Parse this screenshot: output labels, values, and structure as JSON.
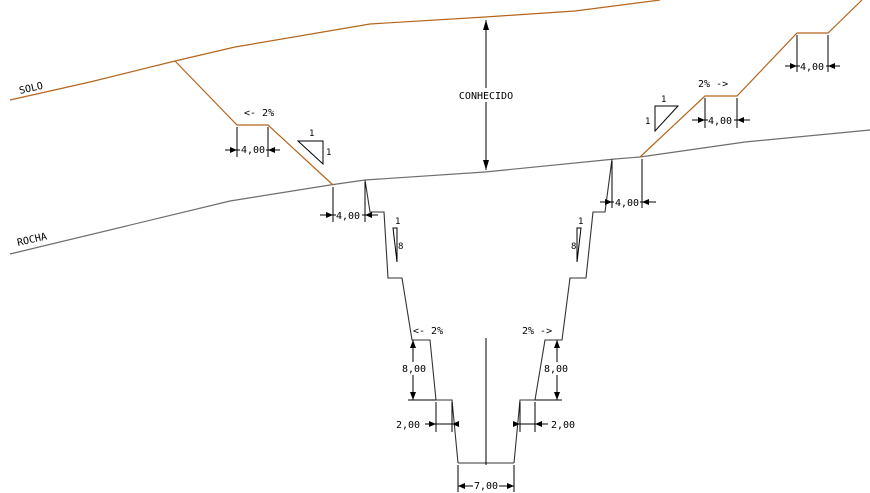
{
  "layers": {
    "soil": "SOLO",
    "rock": "ROCHA"
  },
  "known_height": "CONHECIDO",
  "slopes": {
    "left_top_grade": "<- 2%",
    "right_top_grade": "2% ->",
    "left_bottom_grade": "<- 2%",
    "right_bottom_grade": "2% ->",
    "soil_ratio_a": "1",
    "soil_ratio_b": "1",
    "rock_ratio_a": "1",
    "rock_ratio_b": "8"
  },
  "dimensions": {
    "berm_width": "4,00",
    "bench_height": "8,00",
    "bench_width": "2,00",
    "bottom_width": "7,00"
  },
  "colors": {
    "soil_line": "#b5651d",
    "rock_line": "#6e6e6e"
  }
}
